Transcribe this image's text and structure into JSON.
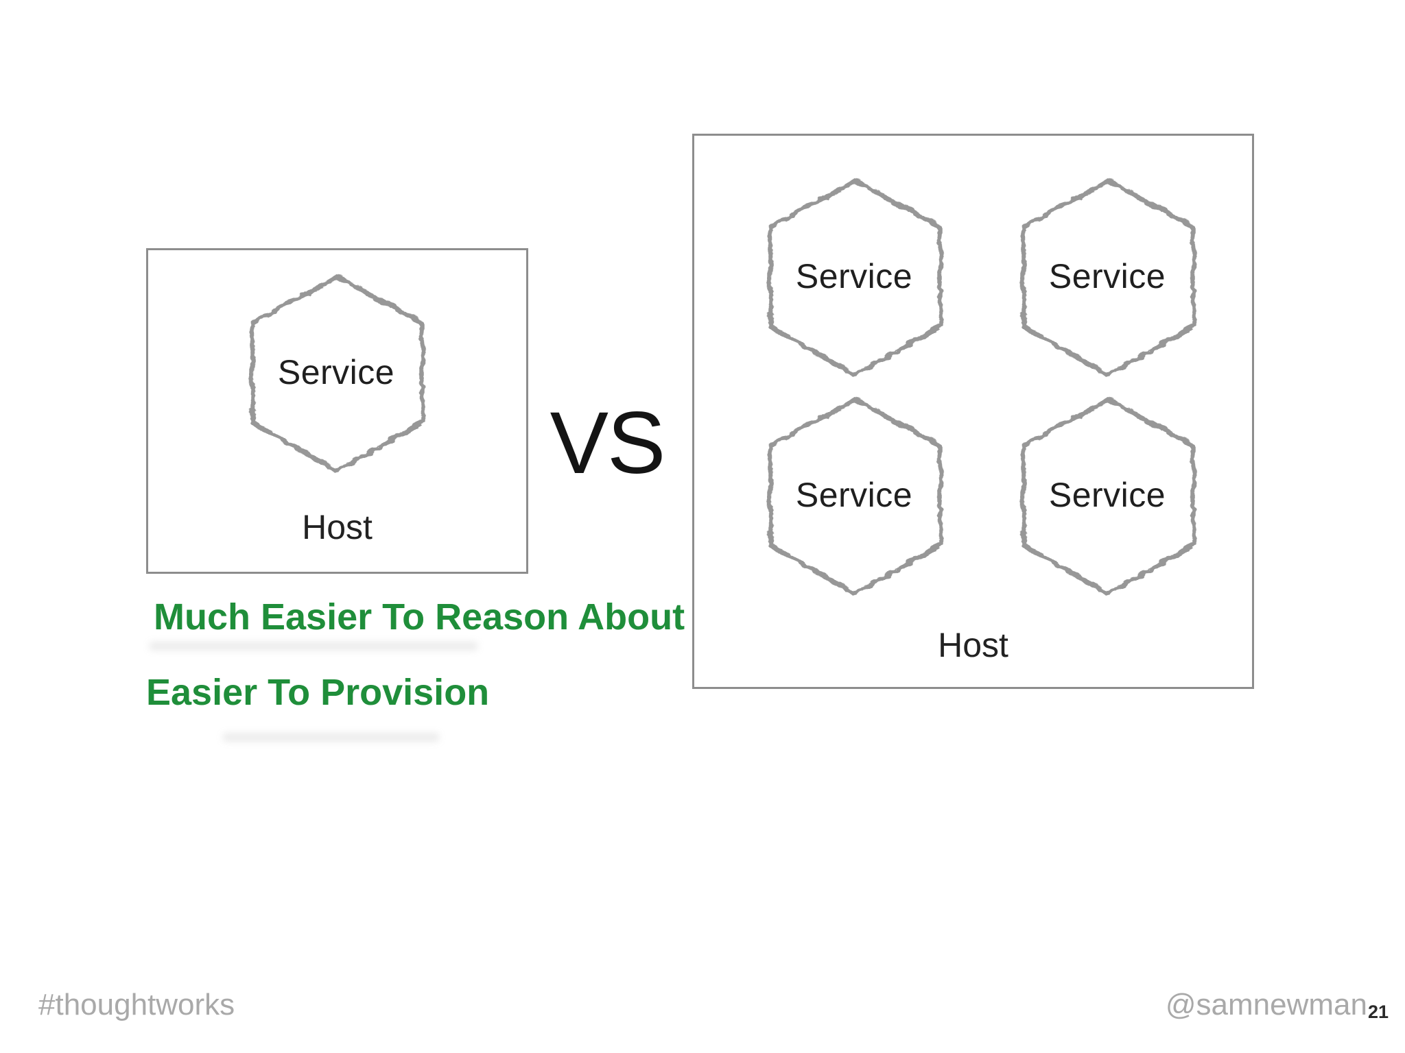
{
  "left_panel": {
    "service_label": "Service",
    "host_label": "Host"
  },
  "vs_label": "VS",
  "right_panel": {
    "services": [
      "Service",
      "Service",
      "Service",
      "Service"
    ],
    "host_label": "Host"
  },
  "bullets": [
    "Much Easier To Reason About",
    "Easier To Provision"
  ],
  "footer": {
    "hashtag": "#thoughtworks",
    "handle": "@samnewman",
    "page_number": "21"
  },
  "colors": {
    "benefit_green": "#1f8e3a",
    "box_border_gray": "#8d8d8d",
    "hexagon_stroke_gray": "#979797",
    "footer_gray": "#a9a9a9",
    "text_dark": "#1f1f1f"
  }
}
